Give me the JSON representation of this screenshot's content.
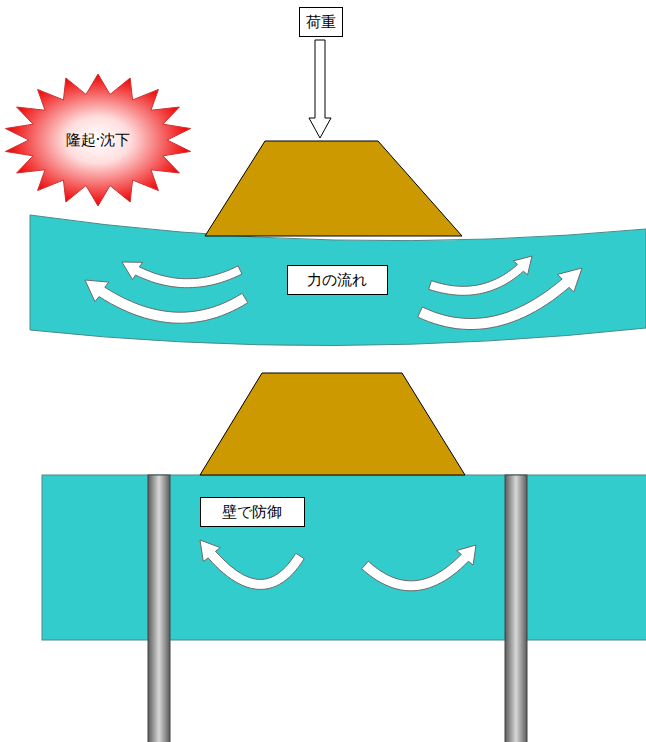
{
  "diagram": {
    "nodes": [
      {
        "text": [
          "荷重"
        ]
      },
      {
        "text": [
          "隆起·沈下"
        ]
      },
      {
        "text": [
          "力の流れ"
        ]
      },
      {
        "text": [
          "壁で防御"
        ]
      }
    ]
  }
}
